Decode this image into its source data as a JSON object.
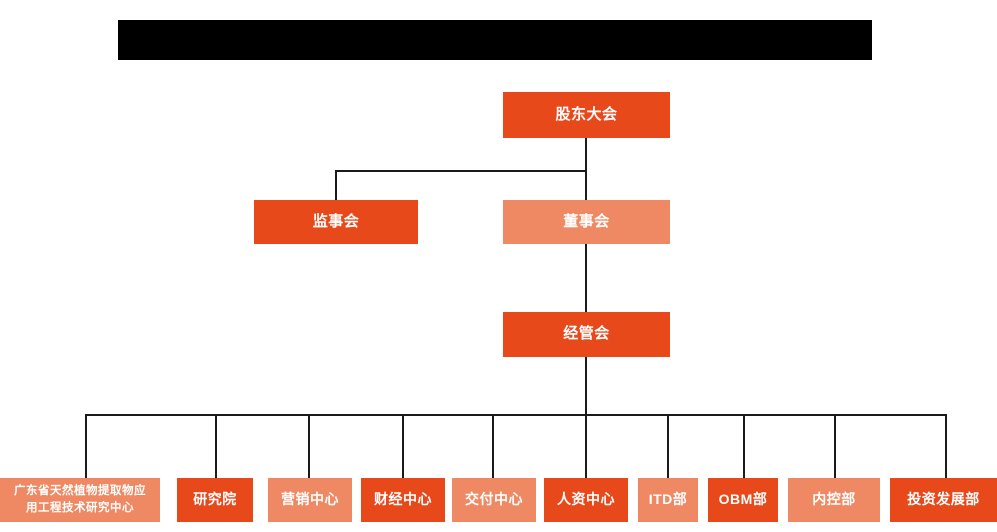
{
  "chart_data": {
    "type": "diagram",
    "diagram_kind": "org-chart",
    "title": "",
    "orientation": "top-down",
    "levels": 4
  },
  "banner": {
    "label": "",
    "color": "#000000"
  },
  "colors": {
    "dark_orange": "#e8491b",
    "light_orange": "#ef8964",
    "connector": "#1a1a1a",
    "background": "#ffffff",
    "text": "#ffffff"
  },
  "nodes": {
    "shareholders_meeting": {
      "label": "股东大会",
      "style": "dark"
    },
    "board_of_supervisors": {
      "label": "监事会",
      "style": "dark"
    },
    "board_of_directors": {
      "label": "董事会",
      "style": "light"
    },
    "management_committee": {
      "label": "经管会",
      "style": "dark"
    }
  },
  "departments": [
    {
      "label": "广东省天然植物提取物应\n用工程技术研究中心",
      "line1": "广东省天然植物提取物应",
      "line2": "用工程技术研究中心",
      "style": "light"
    },
    {
      "label": "研究院",
      "style": "dark"
    },
    {
      "label": "营销中心",
      "style": "light"
    },
    {
      "label": "财经中心",
      "style": "dark"
    },
    {
      "label": "交付中心",
      "style": "light"
    },
    {
      "label": "人资中心",
      "style": "dark"
    },
    {
      "label": "ITD部",
      "style": "light"
    },
    {
      "label": "OBM部",
      "style": "dark"
    },
    {
      "label": "内控部",
      "style": "light"
    },
    {
      "label": "投资发展部",
      "style": "dark"
    }
  ]
}
